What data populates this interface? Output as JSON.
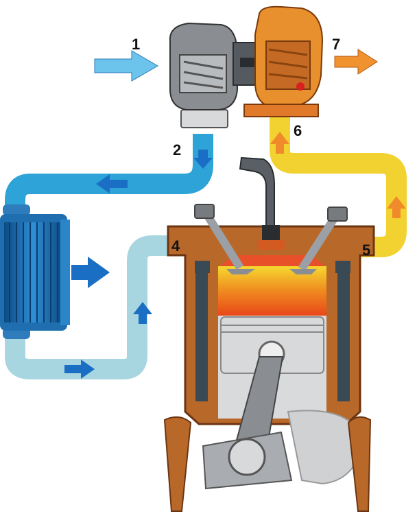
{
  "labels": {
    "n1": "1",
    "n2": "2",
    "n4": "4",
    "n5": "5",
    "n6": "6",
    "n7": "7"
  },
  "colors": {
    "hot_pipe": "#f2d230",
    "cool_pipe": "#2ea3d8",
    "cooled_pipe": "#a8d6e0",
    "engine_block": "#b8692a",
    "intercooler": "#1f6fb0",
    "turbine": "#e8902e",
    "compressor": "#8a8d91",
    "intake_arrow": "#6cc4ec",
    "exhaust_arrow": "#f0922f",
    "flow_arrow_blue": "#1a6fc4",
    "flow_arrow_orange": "#f08a2a"
  }
}
